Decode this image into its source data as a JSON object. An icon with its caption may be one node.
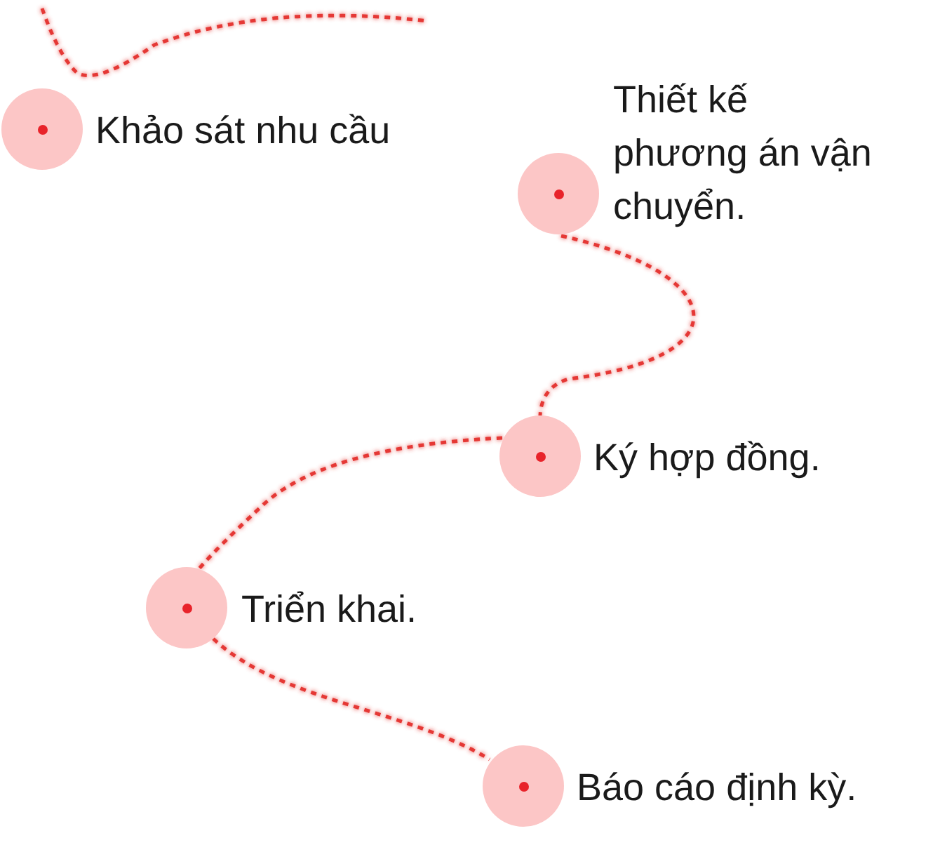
{
  "diagram": {
    "nodes": [
      {
        "text": [
          "Khảo sát nhu cầu"
        ]
      },
      {
        "text": [
          "Thiết kế phương án vận chuyển."
        ]
      },
      {
        "text": [
          "Ký hợp đồng."
        ]
      },
      {
        "text": [
          "Triển khai."
        ]
      },
      {
        "text": [
          "Báo cáo định kỳ."
        ]
      }
    ],
    "edges": [
      {
        "from": 1,
        "to": 2,
        "arrow": "none",
        "style": "dashed"
      },
      {
        "from": 2,
        "to": 3,
        "arrow": "none",
        "style": "dashed"
      },
      {
        "from": 3,
        "to": 4,
        "arrow": "none",
        "style": "dashed"
      }
    ]
  }
}
